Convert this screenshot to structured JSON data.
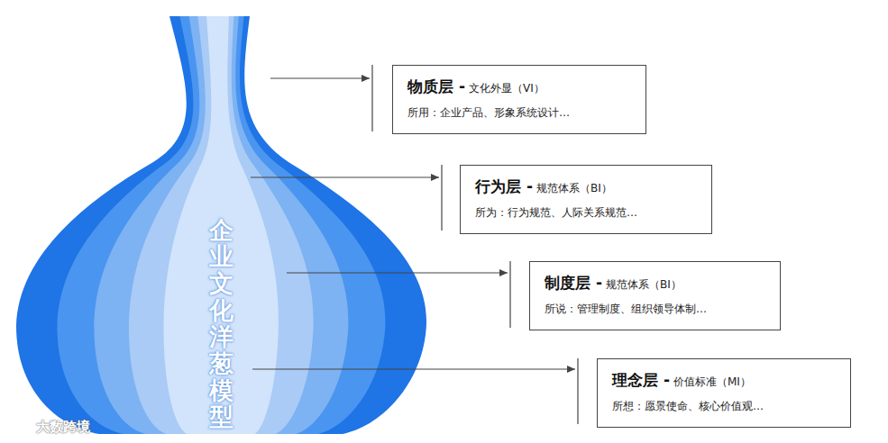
{
  "diagram": {
    "nodes": [
      {
        "text": [
          "物质层 -",
          "文化外显（VI）",
          "所用：企业产品、形象系统设计…"
        ]
      },
      {
        "text": [
          "行为层 -",
          "规范体系（BI）",
          "所为：行为规范、人际关系规范…"
        ]
      },
      {
        "text": [
          "制度层 -",
          "规范体系（BI）",
          "所说：管理制度、组织领导体制…"
        ]
      },
      {
        "text": [
          "理念层 -",
          "价值标准（MI）",
          "所想：愿景使命、核心价值观…"
        ]
      }
    ],
    "labels": [
      "企业文化洋葱模型",
      "大数跨境"
    ]
  }
}
